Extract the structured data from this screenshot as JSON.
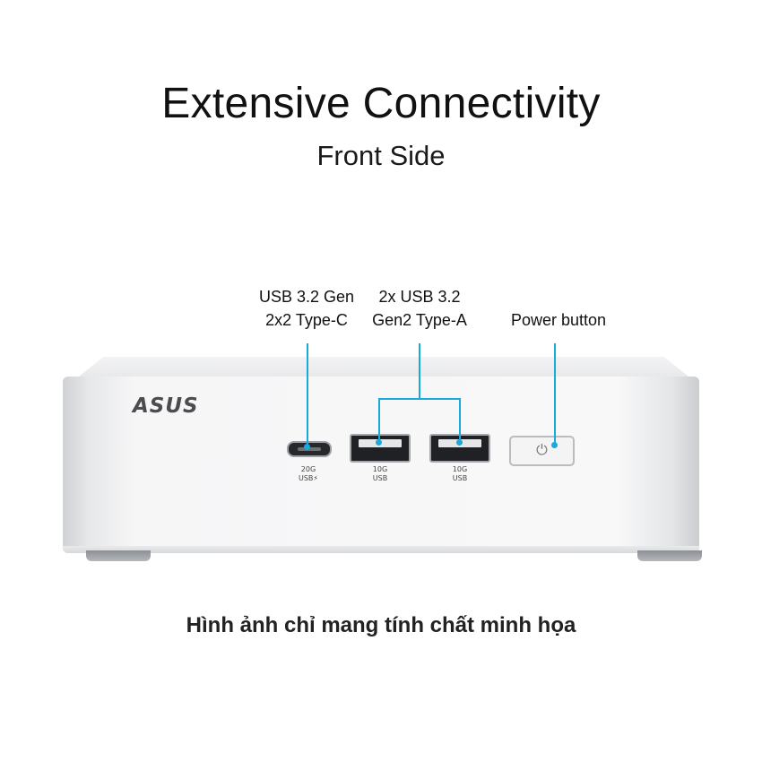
{
  "title": "Extensive Connectivity",
  "subtitle": "Front Side",
  "callouts": {
    "usbc": {
      "line1": "USB 3.2 Gen",
      "line2": "2x2 Type-C"
    },
    "usba": {
      "line1": "2x USB 3.2",
      "line2": "Gen2 Type-A"
    },
    "power": {
      "line1": "Power button"
    }
  },
  "device": {
    "brand": "ASUS",
    "ports": {
      "usbc": {
        "speed": "20G",
        "type": "USB⚡"
      },
      "usba_1": {
        "speed": "10G",
        "type": "USB"
      },
      "usba_2": {
        "speed": "10G",
        "type": "USB"
      }
    },
    "power_glyph": "⏻"
  },
  "disclaimer": "Hình ảnh chỉ mang tính chất minh họa",
  "colors": {
    "leader_line": "#19a9dc",
    "device_body": "#f6f6f7"
  }
}
